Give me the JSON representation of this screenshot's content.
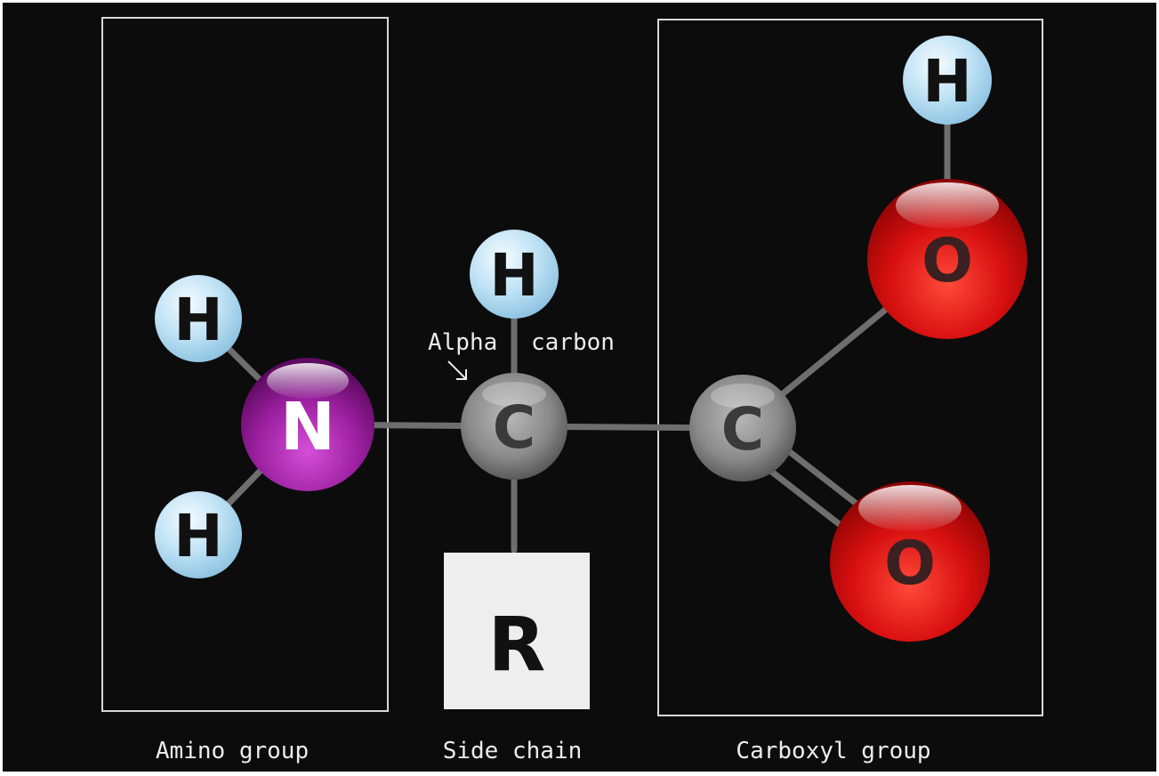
{
  "labels": {
    "amino_group": "Amino group",
    "side_chain": "Side chain",
    "carboxyl_group": "Carboxyl group",
    "alpha_word": "Alpha",
    "carbon_word": "carbon"
  },
  "atoms": {
    "nitrogen": "N",
    "hydrogen_amino_top": "H",
    "hydrogen_amino_bottom": "H",
    "hydrogen_alpha": "H",
    "alpha_carbon": "C",
    "carboxyl_carbon": "C",
    "hydroxyl_oxygen": "O",
    "hydroxyl_hydrogen": "H",
    "carbonyl_oxygen": "O",
    "side_chain_r": "R"
  },
  "colors": {
    "background": "#0c0c0d",
    "hydrogen": "#bfe2f5",
    "nitrogen": "#9a1f9e",
    "carbon": "#8a8a8a",
    "oxygen": "#d81010",
    "bond": "#6e6e6e",
    "box_outline": "#d8d8d8",
    "r_box": "#eeeeee"
  }
}
